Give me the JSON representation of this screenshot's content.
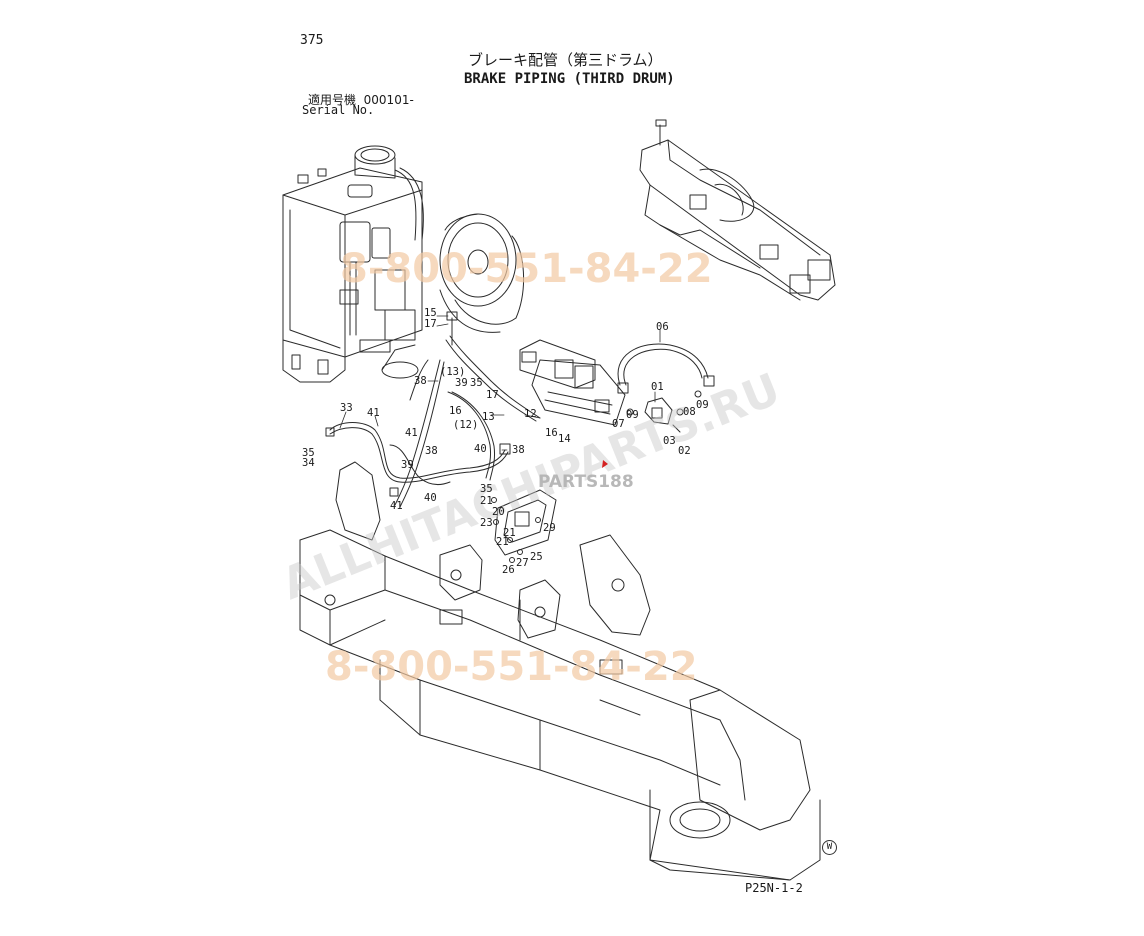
{
  "header": {
    "page_number": "375",
    "title_jp": "ブレーキ配管（第三ドラム）",
    "title_en": "BRAKE PIPING (THIRD DRUM)",
    "serial_label_jp": "適用号機",
    "serial_value": "000101-",
    "serial_label_en": "Serial No."
  },
  "footer": {
    "reference_code": "P25N-1-2",
    "manufacturer_mark": "W"
  },
  "watermarks": {
    "phone_top": "8-800-551-84-22",
    "phone_bottom": "8-800-551-84-22",
    "site_diagonal": "ALLHITACHIPARTS.RU",
    "site_small": "PARTS188"
  },
  "callouts": [
    {
      "id": "c01",
      "label": "01"
    },
    {
      "id": "c02",
      "label": "02"
    },
    {
      "id": "c03",
      "label": "03"
    },
    {
      "id": "c06",
      "label": "06"
    },
    {
      "id": "c07",
      "label": "07"
    },
    {
      "id": "c08",
      "label": "08"
    },
    {
      "id": "c09a",
      "label": "09"
    },
    {
      "id": "c09b",
      "label": "09"
    },
    {
      "id": "c12",
      "label": "12"
    },
    {
      "id": "c13",
      "label": "13"
    },
    {
      "id": "c14",
      "label": "14"
    },
    {
      "id": "c15",
      "label": "15"
    },
    {
      "id": "c16a",
      "label": "16"
    },
    {
      "id": "c16b",
      "label": "16"
    },
    {
      "id": "c17a",
      "label": "17"
    },
    {
      "id": "c17b",
      "label": "17"
    },
    {
      "id": "c12p",
      "label": "(12)"
    },
    {
      "id": "c13p",
      "label": "(13)"
    },
    {
      "id": "c20",
      "label": "20"
    },
    {
      "id": "c21a",
      "label": "21"
    },
    {
      "id": "c21b",
      "label": "21"
    },
    {
      "id": "c21c",
      "label": "21"
    },
    {
      "id": "c23",
      "label": "23"
    },
    {
      "id": "c25",
      "label": "25"
    },
    {
      "id": "c26",
      "label": "26"
    },
    {
      "id": "c27",
      "label": "27"
    },
    {
      "id": "c29",
      "label": "29"
    },
    {
      "id": "c33",
      "label": "33"
    },
    {
      "id": "c34",
      "label": "34"
    },
    {
      "id": "c35a",
      "label": "35"
    },
    {
      "id": "c35b",
      "label": "35"
    },
    {
      "id": "c35c",
      "label": "35"
    },
    {
      "id": "c38a",
      "label": "38"
    },
    {
      "id": "c38b",
      "label": "38"
    },
    {
      "id": "c38c",
      "label": "38"
    },
    {
      "id": "c39a",
      "label": "39"
    },
    {
      "id": "c39b",
      "label": "39"
    },
    {
      "id": "c40a",
      "label": "40"
    },
    {
      "id": "c40b",
      "label": "40"
    },
    {
      "id": "c41a",
      "label": "41"
    },
    {
      "id": "c41b",
      "label": "41"
    },
    {
      "id": "c41c",
      "label": "41"
    }
  ]
}
